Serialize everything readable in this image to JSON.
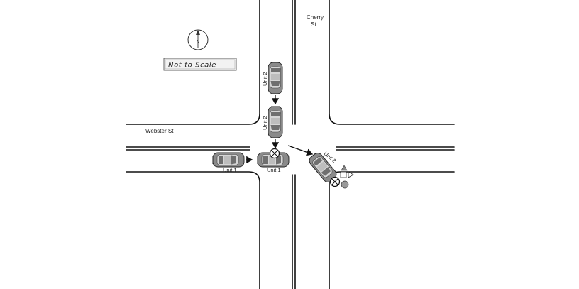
{
  "diagram": {
    "streets": {
      "horizontal": "Webster St",
      "vertical_line1": "Cherry",
      "vertical_line2": "St"
    },
    "compass": {
      "letter": "N"
    },
    "scale_note": "Not to Scale",
    "vehicles": {
      "unit1_start_label": "Unit 1",
      "unit1_impact_label": "Unit 1",
      "unit2_start_label": "Unit 2",
      "unit2_mid_label": "Unit 2",
      "unit2_final_label": "Unit 2"
    },
    "colors": {
      "road": "#111111",
      "vehicle_body": "#8a8a8a",
      "vehicle_light": "#d0d0d0",
      "arrow": "#111111"
    }
  }
}
